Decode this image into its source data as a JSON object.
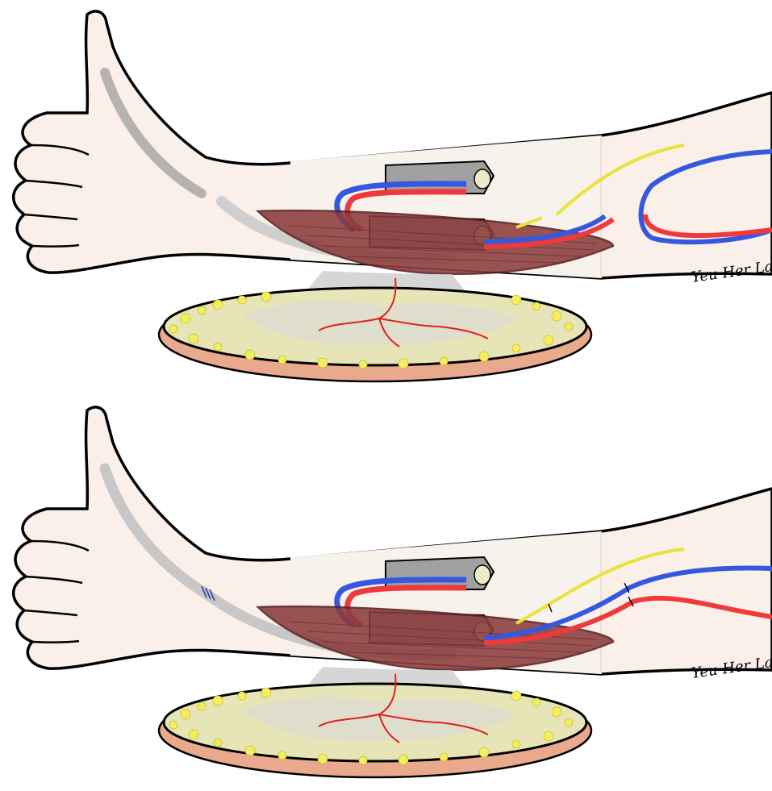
{
  "figure": {
    "panels": [
      {
        "id": "before-repair",
        "nerve_ends_connected": false,
        "vessels_anastomosed": false,
        "signature": "Yeu-Her Lai"
      },
      {
        "id": "after-repair",
        "nerve_ends_connected": true,
        "vessels_anastomosed": true,
        "signature": "Yeu-Her Lai"
      }
    ],
    "colors": {
      "skin": "#fbefe9",
      "skin_window": "#f7f2ec",
      "outline": "#000000",
      "tendon_gray": "#b6b2b0",
      "muscle": "#8a3c3c",
      "muscle_dark": "#5a2020",
      "bone": "#7c7c7c",
      "artery_red": "#ee3a3a",
      "vein_blue": "#3658e0",
      "nerve_yellow": "#e8e23a",
      "fascia_gray": "#cfcfcf",
      "fat_yellow": "#f2ee60",
      "dermis_pink": "#e9a98c"
    }
  }
}
